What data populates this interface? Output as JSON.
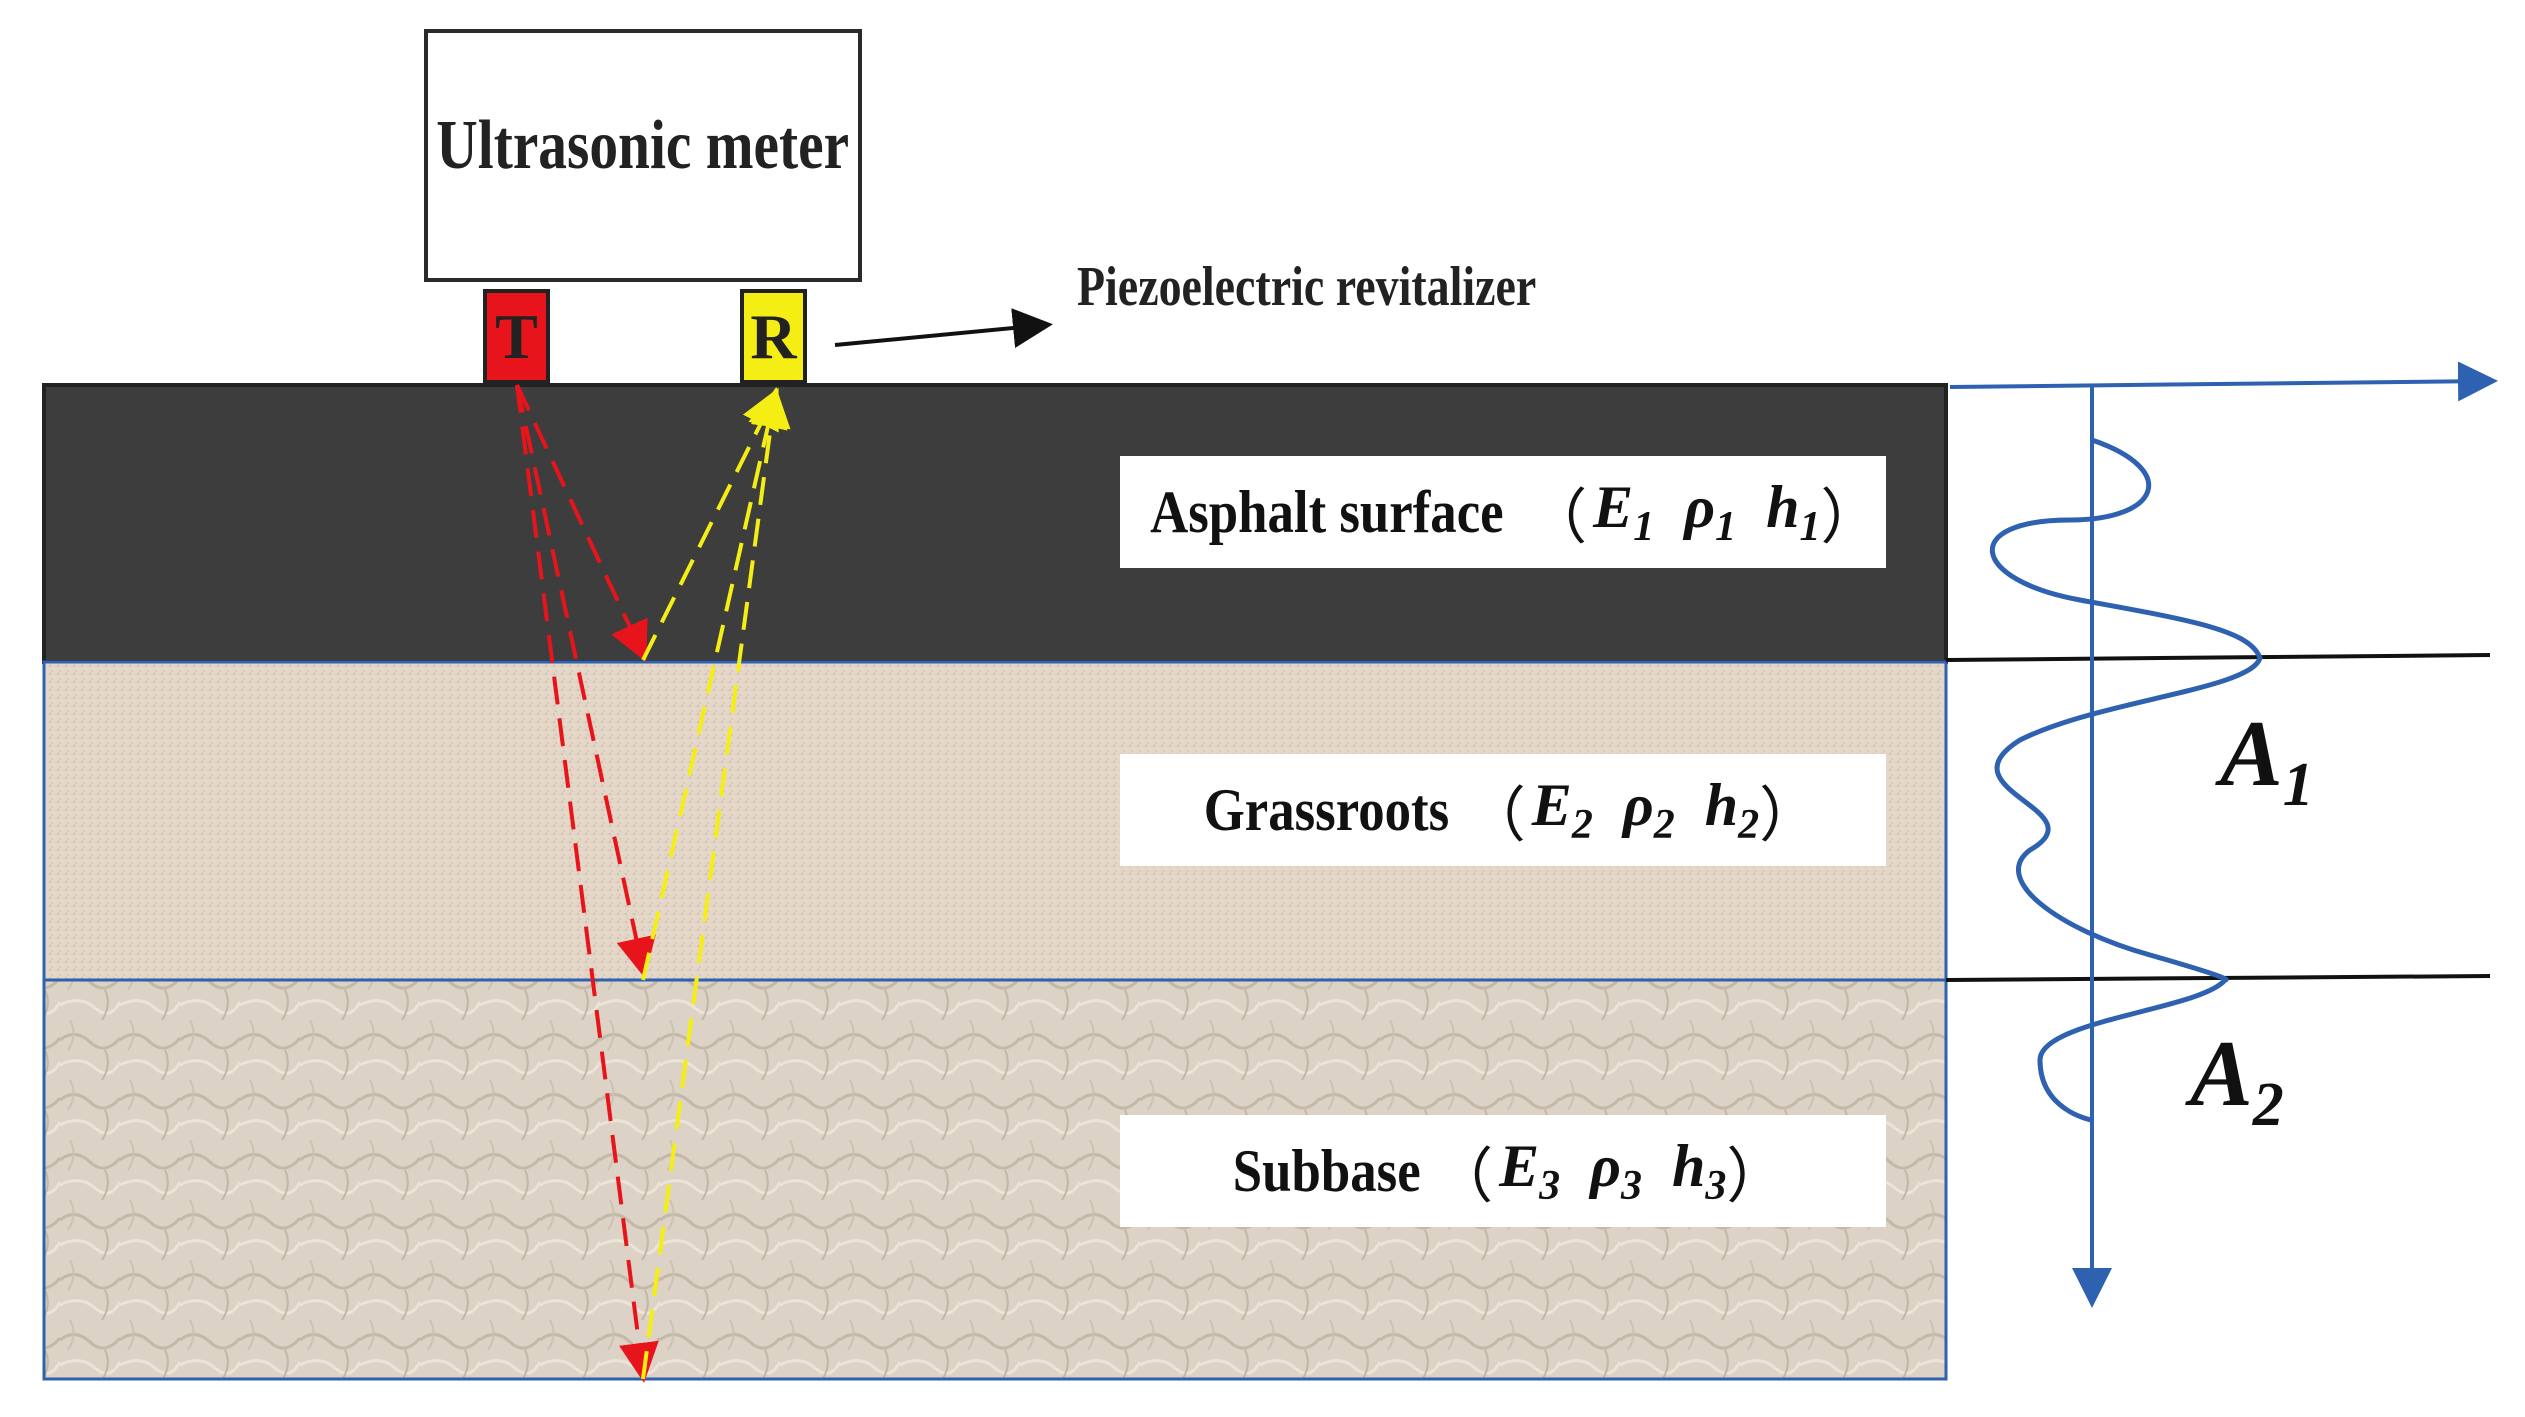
{
  "meter": {
    "label": "Ultrasonic meter"
  },
  "probes": {
    "transmitter": "T",
    "receiver": "R"
  },
  "piezo_label": "Piezoelectric revitalizer",
  "layers": [
    {
      "name": "Asphalt surface",
      "E": "E",
      "E_sub": "1",
      "rho": "ρ",
      "rho_sub": "1",
      "h": "h",
      "h_sub": "1",
      "color": "#3d3d3d"
    },
    {
      "name": "Grassroots",
      "E": "E",
      "E_sub": "2",
      "rho": "ρ",
      "rho_sub": "2",
      "h": "h",
      "h_sub": "2",
      "color": "#e3d6c7"
    },
    {
      "name": "Subbase",
      "E": "E",
      "E_sub": "3",
      "rho": "ρ",
      "rho_sub": "3",
      "h": "h",
      "h_sub": "3",
      "color": "#dcd3c6"
    }
  ],
  "amplitudes": [
    {
      "symbol": "A",
      "sub": "1"
    },
    {
      "symbol": "A",
      "sub": "2"
    }
  ],
  "colors": {
    "transmit_wave": "#e8141c",
    "receive_wave": "#f5ee14",
    "waveform": "#2e62b0",
    "layer_border": "#2e62b0"
  },
  "paren_open": "（",
  "paren_close": "）"
}
